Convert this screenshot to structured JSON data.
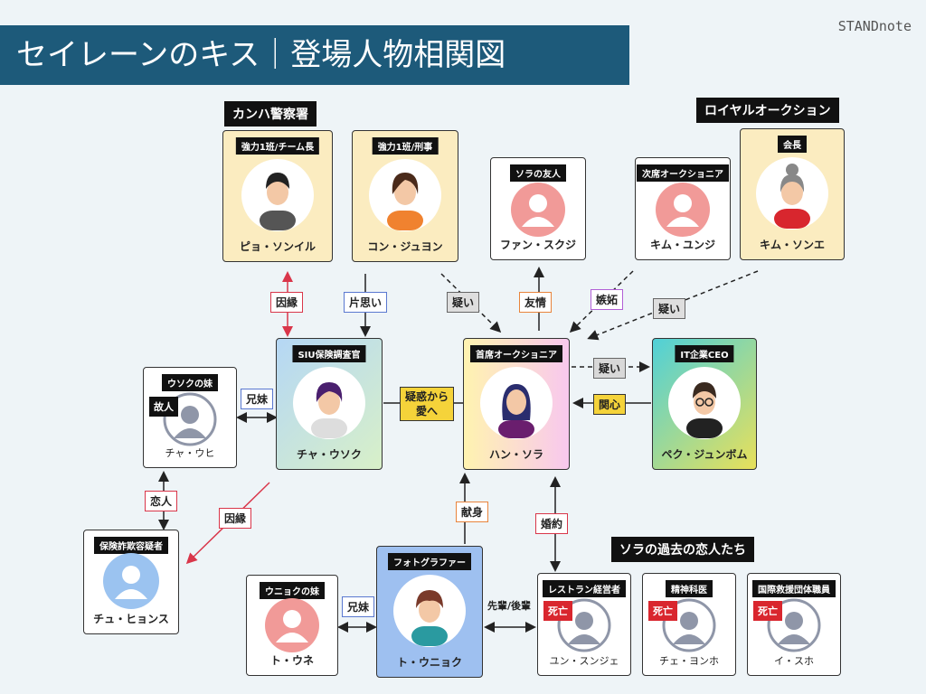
{
  "title": "セイレーンのキス｜登場人物相関図",
  "brand": "STANDnote",
  "groups": {
    "police": "カンハ警察署",
    "auction": "ロイヤルオークション",
    "past_lovers": "ソラの過去の恋人たち"
  },
  "people": {
    "pyo": {
      "role": "強力1班/チーム長",
      "name": "ピョ・ソンイル"
    },
    "kong": {
      "role": "強力1班/刑事",
      "name": "コン・ジュヨン"
    },
    "fan": {
      "role": "ソラの友人",
      "name": "ファン・スクジ"
    },
    "kim_y": {
      "role": "次席オークショニア",
      "name": "キム・ユンジ"
    },
    "kim_s": {
      "role": "会長",
      "name": "キム・ソンエ"
    },
    "usok_sis": {
      "role": "ウソクの妹",
      "name": "チャ・ウヒ",
      "status": "故人"
    },
    "cha": {
      "role": "SIU保険調査官",
      "name": "チャ・ウソク"
    },
    "han": {
      "role": "首席オークショニア",
      "name": "ハン・ソラ"
    },
    "pek": {
      "role": "IT企業CEO",
      "name": "ペク・ジュンボム"
    },
    "chu": {
      "role": "保険詐欺容疑者",
      "name": "チュ・ヒョンス"
    },
    "une": {
      "role": "ウニョクの妹",
      "name": "ト・ウネ"
    },
    "to": {
      "role": "フォトグラファー",
      "name": "ト・ウニョク"
    },
    "yun": {
      "role": "レストラン経営者",
      "name": "ユン・スンジェ",
      "status": "死亡"
    },
    "che": {
      "role": "精神科医",
      "name": "チェ・ヨンホ",
      "status": "死亡"
    },
    "i": {
      "role": "国際救援団体職員",
      "name": "イ・スホ",
      "status": "死亡"
    }
  },
  "relations": {
    "innen1": "因縁",
    "kataomoi": "片思い",
    "utagai1": "疑い",
    "yujo": "友情",
    "shitto": "嫉妬",
    "utagai2": "疑い",
    "kyomai1": "兄妹",
    "gowaku": "疑惑から\n愛へ",
    "utagai3": "疑い",
    "kanshin": "関心",
    "koibito": "恋人",
    "innen2": "因縁",
    "kenshin": "献身",
    "konyaku": "婚約",
    "kyomai2": "兄妹",
    "senpai": "先輩/後輩"
  }
}
